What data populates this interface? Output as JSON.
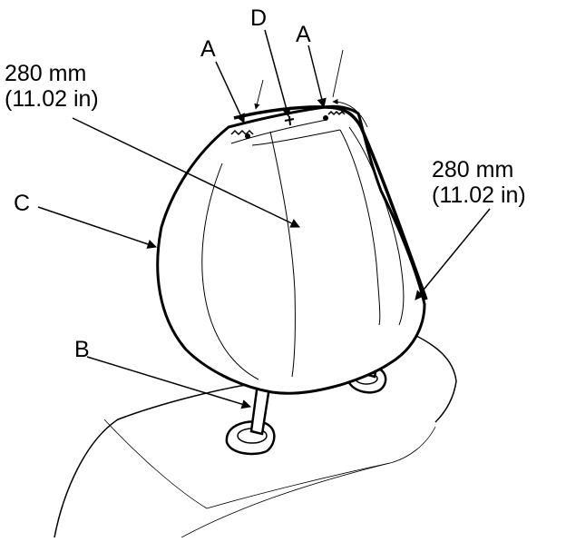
{
  "labels": {
    "a_left": "A",
    "a_right": "A",
    "b": "B",
    "c": "C",
    "d": "D",
    "dim_left_mm": "280 mm",
    "dim_left_in": "(11.02 in)",
    "dim_right_mm": "280 mm",
    "dim_right_in": "(11.02 in)"
  },
  "colors": {
    "line": "#000000",
    "background": "#ffffff"
  }
}
